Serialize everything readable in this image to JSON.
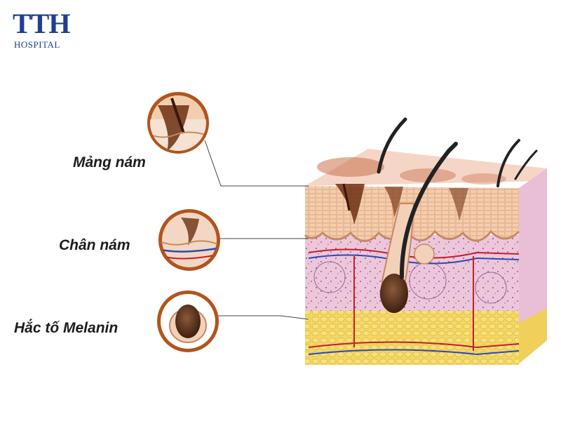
{
  "logo": {
    "main": "TTH",
    "sub": "HOSPITAL"
  },
  "labels": [
    {
      "id": "mang-nam",
      "text": "Mảng nám"
    },
    {
      "id": "chan-nam",
      "text": "Chân nám"
    },
    {
      "id": "hac-to",
      "text": "Hắc tố Melanin"
    }
  ],
  "colors": {
    "brand": "#1f3f95",
    "epidermis": "#f2c9a8",
    "dermis": "#e9c3d9",
    "fat": "#f2d35c",
    "melasma": "#7a3a1a",
    "callout_ring": "#b2541c"
  }
}
